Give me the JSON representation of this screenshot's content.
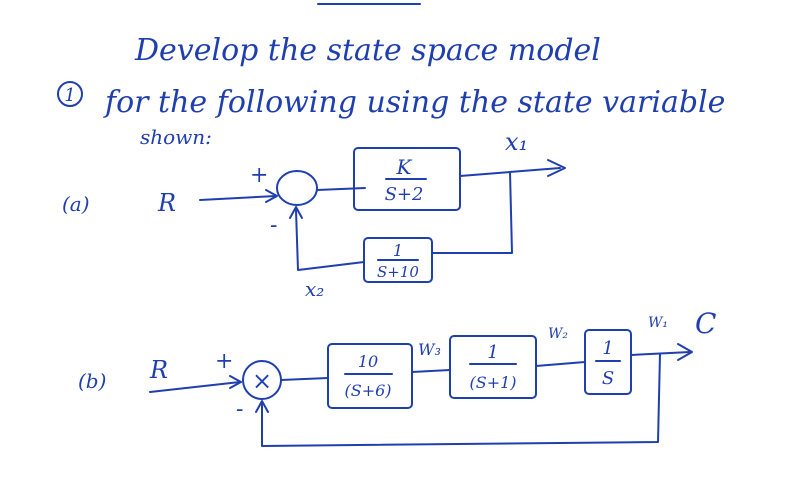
{
  "problem": {
    "number": "1",
    "line1": "Develop the state space model",
    "line2": "for the following using the state variable",
    "line3": "shown:"
  },
  "part_a": {
    "label": "(a)",
    "input": "R",
    "plus_sign": "+",
    "minus_sign": "-",
    "forward_block": {
      "numerator": "K",
      "denominator": "S+2"
    },
    "feedback_block": {
      "numerator": "1",
      "denominator": "S+10"
    },
    "output_state": "x₁",
    "feedback_state": "x₂"
  },
  "part_b": {
    "label": "(b)",
    "input": "R",
    "plus_sign": "+",
    "minus_sign": "-",
    "summer_symbol": "×",
    "block1": {
      "numerator": "10",
      "denominator": "(S+6)"
    },
    "block2": {
      "numerator": "1",
      "denominator": "(S+1)"
    },
    "block3": {
      "numerator": "1",
      "denominator": "S"
    },
    "state_w3": "W₃",
    "state_w2": "W₂",
    "state_w1": "W₁",
    "output": "C"
  }
}
